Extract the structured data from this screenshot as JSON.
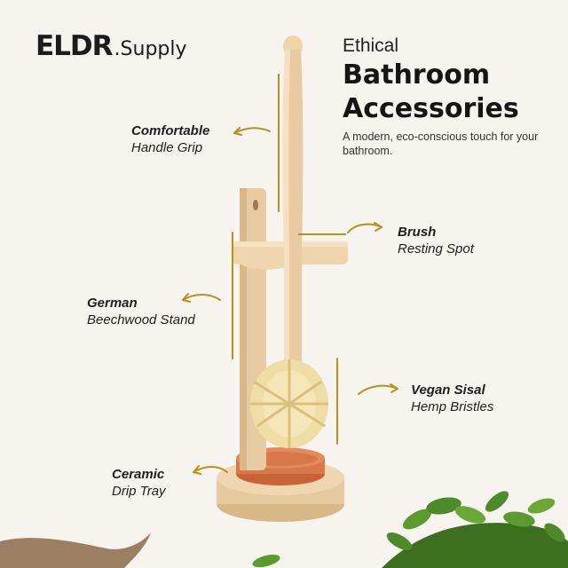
{
  "brand": {
    "mark": "ELDR",
    "suffix": ".Supply"
  },
  "headline": {
    "eyebrow": "Ethical",
    "title_line1": "Bathroom",
    "title_line2": "Accessories",
    "subtitle": "A modern, eco-conscious touch for your bathroom."
  },
  "features": {
    "handle": {
      "bold": "Comfortable",
      "regular": "Handle Grip"
    },
    "resting": {
      "bold": "Brush",
      "regular": "Resting Spot"
    },
    "stand": {
      "bold": "German",
      "regular": "Beechwood Stand"
    },
    "bristles": {
      "bold": "Vegan Sisal",
      "regular": "Hemp Bristles"
    },
    "tray": {
      "bold": "Ceramic",
      "regular": "Drip Tray"
    }
  },
  "colors": {
    "background": "#f7f3ee",
    "accent_arrow": "#b8901e",
    "wood": "#e6c9a1",
    "terracotta": "#d8774a",
    "bristle": "#eedb9f",
    "foliage": "#4f8a2a"
  },
  "icons": [
    "logo-drop-icon",
    "curved-arrow-icon"
  ]
}
